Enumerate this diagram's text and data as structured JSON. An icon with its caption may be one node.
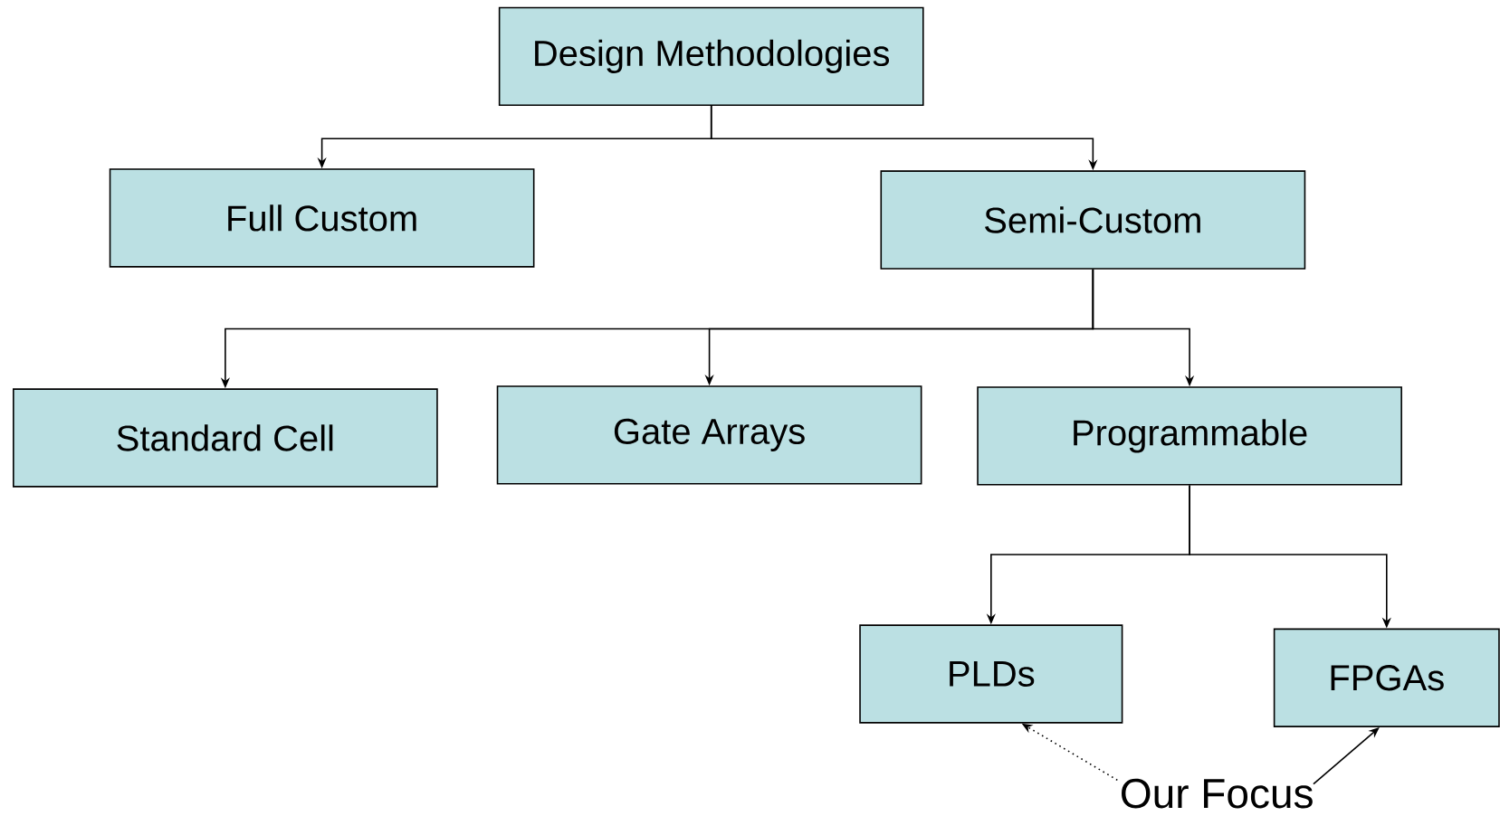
{
  "diagram": {
    "nodes": [
      {
        "text": [
          "Design Methodologies"
        ]
      },
      {
        "text": [
          "Full Custom"
        ]
      },
      {
        "text": [
          "Semi-Custom"
        ]
      },
      {
        "text": [
          "Standard Cell"
        ]
      },
      {
        "text": [
          "Gate Arrays"
        ]
      },
      {
        "text": [
          "Programmable"
        ]
      },
      {
        "text": [
          "PLDs"
        ]
      },
      {
        "text": [
          "FPGAs"
        ]
      },
      {
        "text": [
          "Our Focus"
        ]
      }
    ],
    "edges": [
      {
        "from": 0,
        "to": 1,
        "arrow": "to"
      },
      {
        "from": 0,
        "to": 2,
        "arrow": "to"
      },
      {
        "from": 2,
        "to": 3,
        "arrow": "to"
      },
      {
        "from": 2,
        "to": 4,
        "arrow": "to"
      },
      {
        "from": 2,
        "to": 5,
        "arrow": "to"
      },
      {
        "from": 5,
        "to": 6,
        "arrow": "to"
      },
      {
        "from": 5,
        "to": 7,
        "arrow": "to"
      },
      {
        "from": 8,
        "to": 6,
        "arrow": "to",
        "style": "dashed"
      },
      {
        "from": 8,
        "to": 7,
        "arrow": "to"
      }
    ]
  }
}
